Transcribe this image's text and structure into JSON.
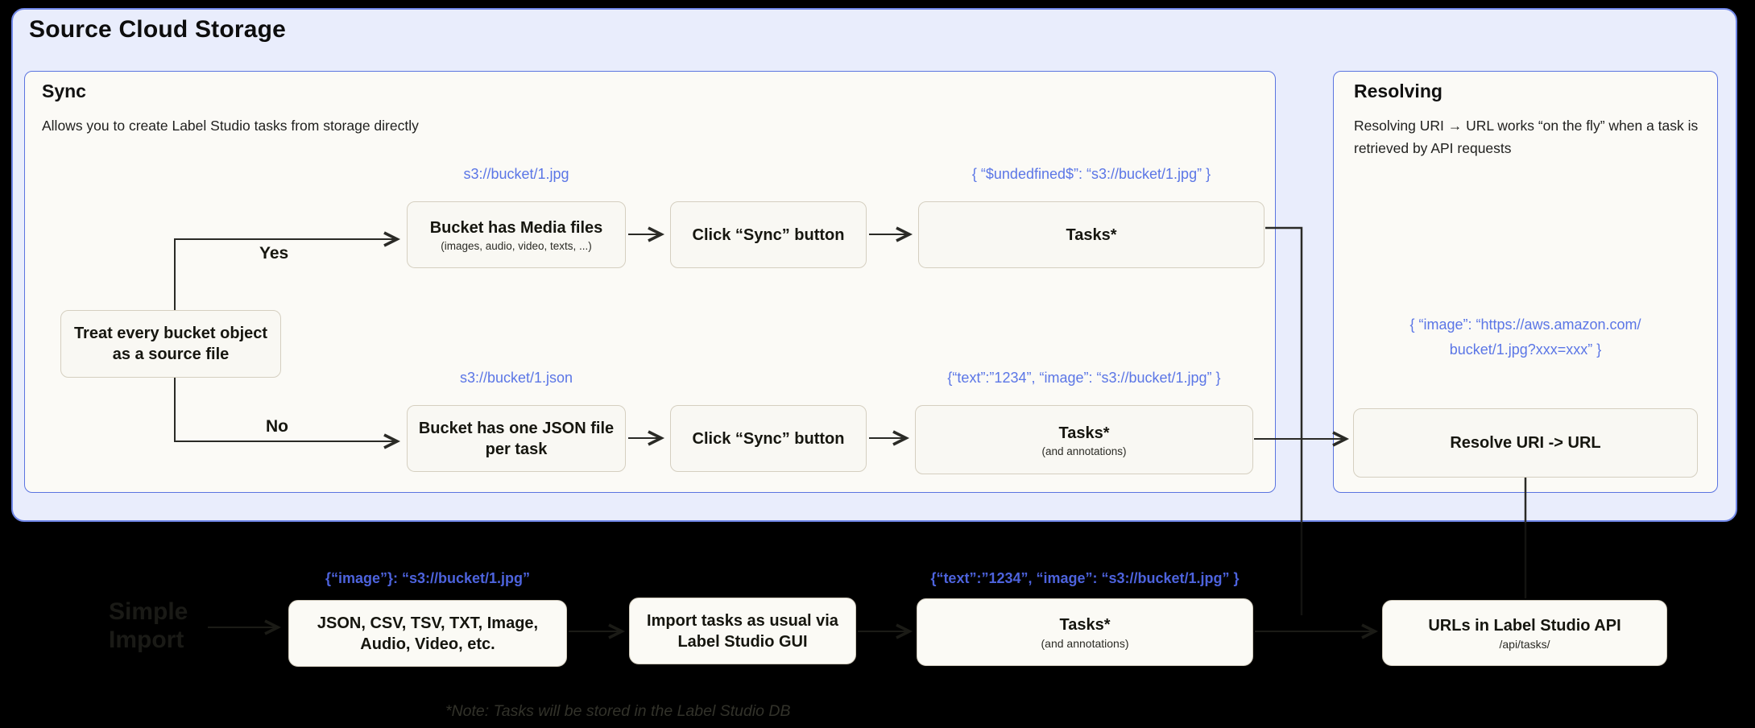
{
  "title": "Source Cloud Storage",
  "colors": {
    "accent_blue": "#5b76e6",
    "accent_blue_dark_bg": "#4d63dd",
    "container_bg": "#e9edfc",
    "panel_border": "#5b74e0",
    "box_bg": "#f9f8f3",
    "arrow": "#2a2a26"
  },
  "sync": {
    "title": "Sync",
    "subtitle": "Allows you to create Label Studio tasks from storage directly",
    "decision_box": "Treat every bucket object as a source file",
    "yes_label": "Yes",
    "no_label": "No",
    "row_media": {
      "uri_label": "s3://bucket/1.jpg",
      "box1_title": "Bucket has Media files",
      "box1_sub": "(images, audio, video, texts, ...)",
      "box2_title": "Click “Sync” button",
      "task_label": "{ “$undedfined$”: “s3://bucket/1.jpg” }",
      "box3_title": "Tasks*"
    },
    "row_json": {
      "uri_label": "s3://bucket/1.json",
      "box1_title": "Bucket has one JSON file per task",
      "box2_title": "Click “Sync” button",
      "task_label": "{“text”:”1234”,  “image”: “s3://bucket/1.jpg” }",
      "box3_title": "Tasks*",
      "box3_sub": "(and annotations)"
    }
  },
  "resolving": {
    "title": "Resolving",
    "description": "Resolving URI → URL works “on the fly” when a task is retrieved by API requests",
    "result_label_line1": "{ “image”: “https://aws.amazon.com/",
    "result_label_line2": "bucket/1.jpg?xxx=xxx” }",
    "resolve_box": "Resolve URI -> URL"
  },
  "import_flow": {
    "ghost_title": "Simple Import",
    "formats_label": "{“image”}: “s3://bucket/1.jpg”",
    "formats_box": "JSON, CSV, TSV, TXT, Image, Audio, Video, etc.",
    "gui_box": "Import tasks as usual via Label Studio GUI",
    "tasks_label": "{“text”:”1234”,  “image”: “s3://bucket/1.jpg” }",
    "tasks_box": "Tasks*",
    "tasks_sub": "(and annotations)",
    "api_box": "URLs in Label Studio API",
    "api_sub": "/api/tasks/",
    "note": "*Note: Tasks will be stored in the Label Studio DB"
  }
}
